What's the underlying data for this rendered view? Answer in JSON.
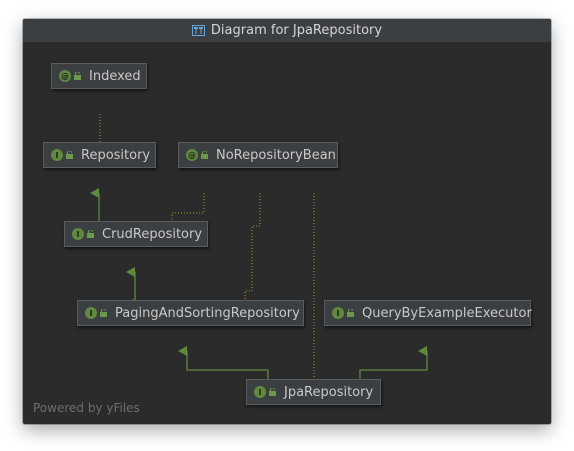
{
  "window": {
    "title": "Diagram for JpaRepository",
    "footer": "Powered by yFiles"
  },
  "colors": {
    "background": "#2b2b2b",
    "node_fill": "#3c3f41",
    "node_border": "#5a5d5f",
    "accent_green": "#5f8a3e",
    "text": "#c8c8c8"
  },
  "nodes": {
    "indexed": {
      "label": "Indexed",
      "kind": "@",
      "kind_icon": "annotation-icon"
    },
    "repository": {
      "label": "Repository",
      "kind": "I",
      "kind_icon": "interface-icon"
    },
    "norepositorybean": {
      "label": "NoRepositoryBean",
      "kind": "@",
      "kind_icon": "annotation-icon"
    },
    "crudrepository": {
      "label": "CrudRepository",
      "kind": "I",
      "kind_icon": "interface-icon"
    },
    "pagingandsortingrepository": {
      "label": "PagingAndSortingRepository",
      "kind": "I",
      "kind_icon": "interface-icon"
    },
    "querybyexampleexecutor": {
      "label": "QueryByExampleExecutor",
      "kind": "I",
      "kind_icon": "interface-icon"
    },
    "jparepository": {
      "label": "JpaRepository",
      "kind": "I",
      "kind_icon": "interface-icon"
    }
  }
}
